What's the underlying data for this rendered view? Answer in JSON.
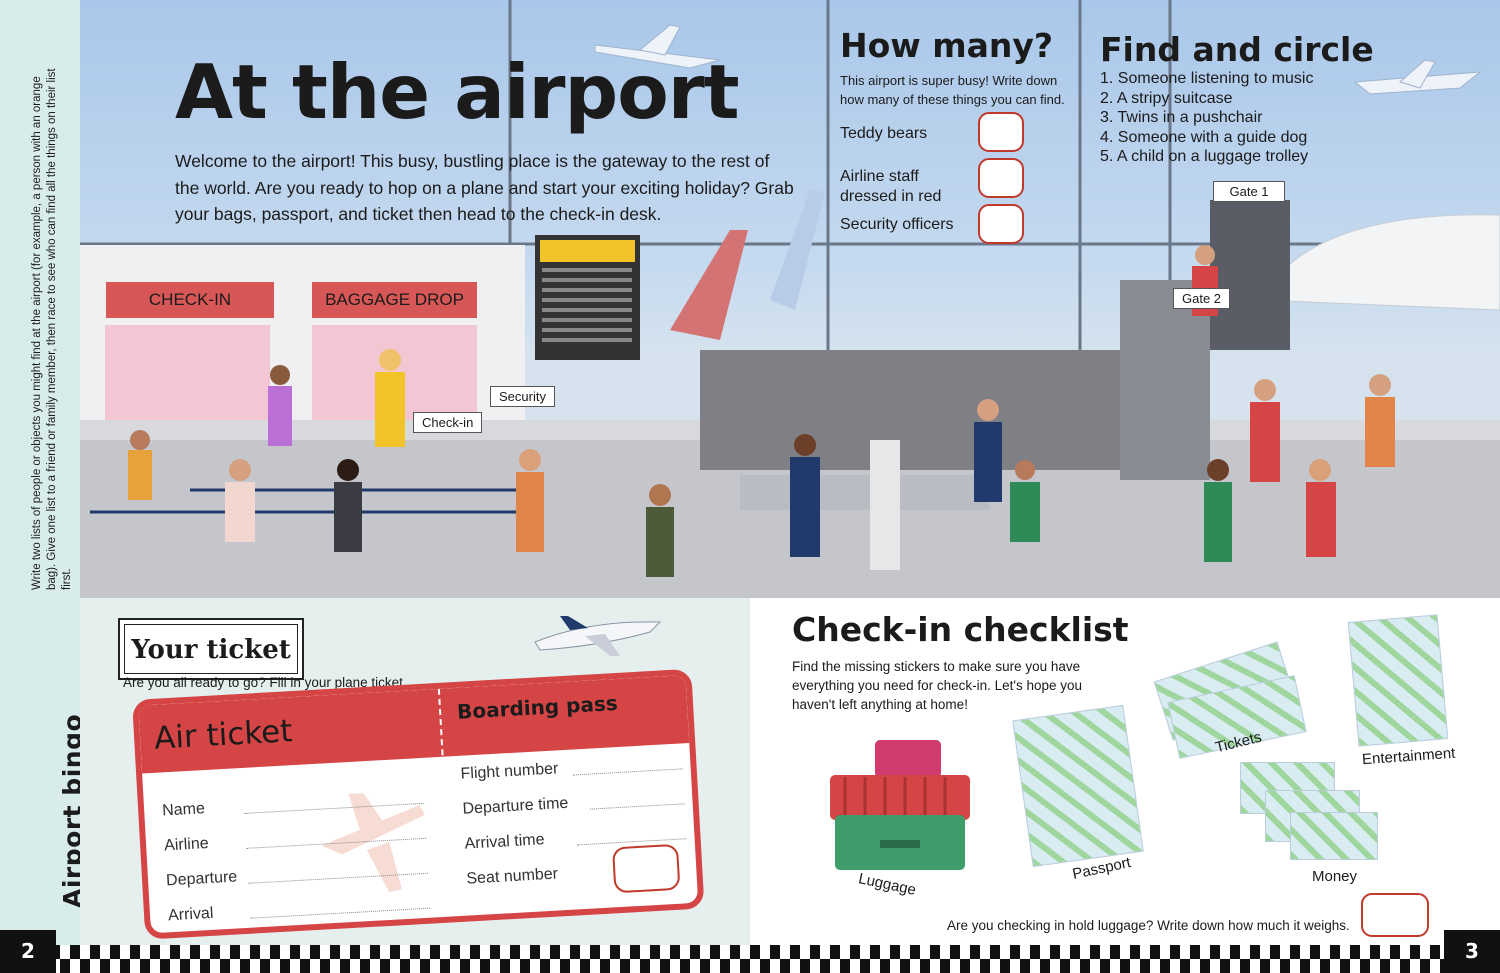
{
  "sidebar": {
    "title": "Airport bingo",
    "text": "Write two lists of people or objects you might find at the airport (for example, a person with an orange bag). Give one list to a friend or family member, then race to see who can find all the things on their list first."
  },
  "main": {
    "title": "At the airport",
    "intro": "Welcome to the airport! This busy, bustling place is the gateway to the rest of the world. Are you ready to hop on a plane and start your exciting holiday? Grab your bags, passport, and ticket then head to the check-in desk."
  },
  "how_many": {
    "title": "How many?",
    "intro": "This airport is super busy! Write down how many of these things you can find.",
    "items": [
      "Teddy bears",
      "Airline staff dressed in red",
      "Security officers"
    ]
  },
  "find_circle": {
    "title": "Find and circle",
    "items": [
      "1. Someone listening to music",
      "2. A stripy suitcase",
      "3. Twins in a pushchair",
      "4. Someone with a guide dog",
      "5. A child on a luggage trolley"
    ]
  },
  "scene_signs": {
    "check_in": "CHECK-IN",
    "baggage_drop": "BAGGAGE DROP",
    "check_in_tag": "Check-in",
    "security": "Security",
    "gate1": "Gate 1",
    "gate2": "Gate 2"
  },
  "ticket": {
    "stamp": "Your ticket",
    "intro": "Are you all ready to go? Fill in your plane ticket.",
    "air_ticket": "Air ticket",
    "boarding_pass": "Boarding pass",
    "left_fields": [
      "Name",
      "Airline",
      "Departure",
      "Arrival"
    ],
    "right_fields": [
      "Flight number",
      "Departure time",
      "Arrival time",
      "Seat number"
    ]
  },
  "checklist": {
    "title": "Check-in checklist",
    "intro": "Find the missing stickers to make sure you have everything you need for check-in. Let's hope you haven't left anything at home!",
    "items": [
      "Luggage",
      "Passport",
      "Tickets",
      "Entertainment",
      "Money"
    ],
    "weigh_text": "Are you checking in hold luggage? Write down how much it weighs."
  },
  "pages": {
    "left": "2",
    "right": "3"
  },
  "colors": {
    "accent_red": "#d64545",
    "sky": "#a9c7ea",
    "sidebar": "#d9ecec"
  }
}
